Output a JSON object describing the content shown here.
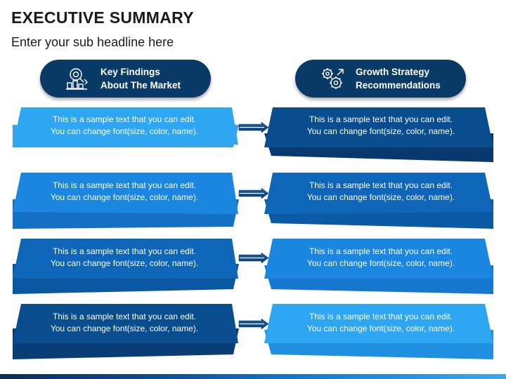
{
  "title": "EXECUTIVE SUMMARY",
  "subtitle": "Enter your sub headline here",
  "headers": {
    "left": {
      "line1": "Key Findings",
      "line2": "About The Market",
      "icon": "market-research-icon"
    },
    "right": {
      "line1": "Growth Strategy",
      "line2": "Recommendations",
      "icon": "gears-strategy-icon"
    }
  },
  "colors": {
    "header_bg": "#0a3a66",
    "shade1": "#2ea6f2",
    "shade2": "#1a86e0",
    "shade3": "#0f66b8",
    "shade4": "#0a4d8f"
  },
  "rows": [
    {
      "left": {
        "line1": "This is a sample text that you can edit.",
        "line2": "You can change font(size, color, name)."
      },
      "right": {
        "line1": "This is a sample text that you can edit.",
        "line2": "You can change font(size, color, name)."
      }
    },
    {
      "left": {
        "line1": "This is a sample text that you can edit.",
        "line2": "You can change font(size, color, name)."
      },
      "right": {
        "line1": "This is a sample text that you can edit.",
        "line2": "You can change font(size, color, name)."
      }
    },
    {
      "left": {
        "line1": "This is a sample text that you can edit.",
        "line2": "You can change font(size, color, name)."
      },
      "right": {
        "line1": "This is a sample text that you can edit.",
        "line2": "You can change font(size, color, name)."
      }
    },
    {
      "left": {
        "line1": "This is a sample text that you can edit.",
        "line2": "You can change font(size, color, name)."
      },
      "right": {
        "line1": "This is a sample text that you can edit.",
        "line2": "You can change font(size, color, name)."
      }
    }
  ]
}
